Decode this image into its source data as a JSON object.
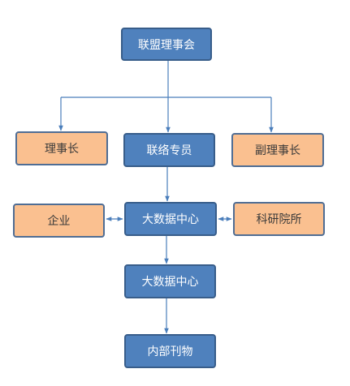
{
  "diagram": {
    "nodes": {
      "top": "联盟理事会",
      "chairman": "理事长",
      "liaison": "联络专员",
      "vice_chairman": "副理事长",
      "big_data_center_1": "大数据中心",
      "enterprise": "企业",
      "research_institute": "科研院所",
      "big_data_center_2": "大数据中心",
      "internal_publication": "内部刊物"
    },
    "colors": {
      "primary_box": "#4f81bd",
      "primary_border": "#385d8a",
      "secondary_box": "#fac090",
      "connector": "#4a7ebb"
    }
  }
}
